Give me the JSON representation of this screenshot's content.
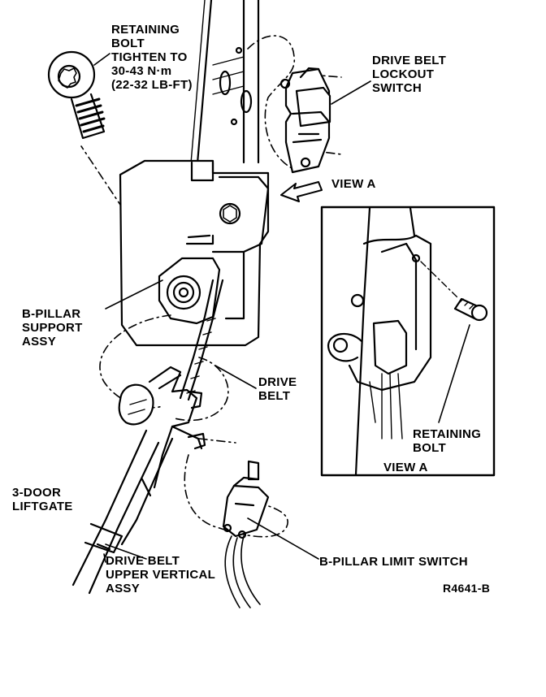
{
  "labels": {
    "retaining_bolt_main": [
      "RETAINING",
      "BOLT",
      "TIGHTEN TO",
      "30-43 N·m",
      "(22-32 LB-FT)"
    ],
    "lockout_switch": [
      "DRIVE BELT",
      "LOCKOUT",
      "SWITCH"
    ],
    "view_a_arrow": "VIEW A",
    "b_pillar_support": [
      "B-PILLAR",
      "SUPPORT",
      "ASSY"
    ],
    "drive_belt": [
      "DRIVE",
      "BELT"
    ],
    "liftgate": [
      "3-DOOR",
      "LIFTGATE"
    ],
    "upper_vertical": [
      "DRIVE BELT",
      "UPPER VERTICAL",
      "ASSY"
    ],
    "limit_switch": "B-PILLAR LIMIT SWITCH",
    "inset_bolt": [
      "RETAINING",
      "BOLT"
    ],
    "inset_caption": "VIEW A",
    "figure_code": "R4641-B"
  },
  "colors": {
    "ink": "#000000",
    "paper": "#ffffff"
  }
}
